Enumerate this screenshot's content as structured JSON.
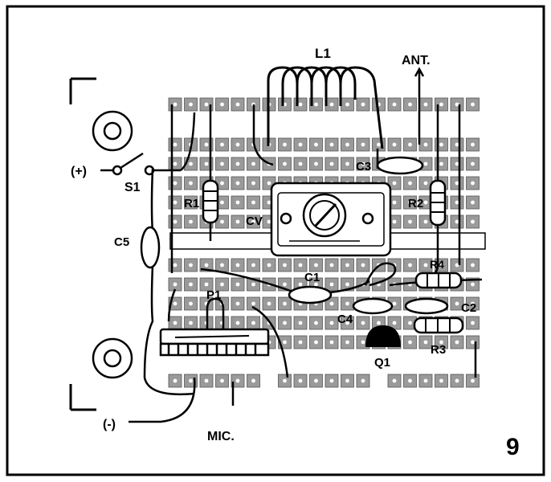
{
  "labels": {
    "l1": "L1",
    "ant": "ANT.",
    "plus": "(+)",
    "s1": "S1",
    "c3": "C3",
    "r1": "R1",
    "r2": "R2",
    "cv": "CV",
    "c5": "C5",
    "r4": "R4",
    "c1": "C1",
    "c4": "C4",
    "c2": "C2",
    "p1": "P1",
    "r3": "R3",
    "q1": "Q1",
    "minus": "(-)",
    "mic": "MIC."
  },
  "figure_number": "9",
  "colors": {
    "ink": "#000000",
    "pad": "#9a9a9a",
    "pad_hole": "#ffffff",
    "paper": "#ffffff",
    "component": "#ffffff"
  }
}
